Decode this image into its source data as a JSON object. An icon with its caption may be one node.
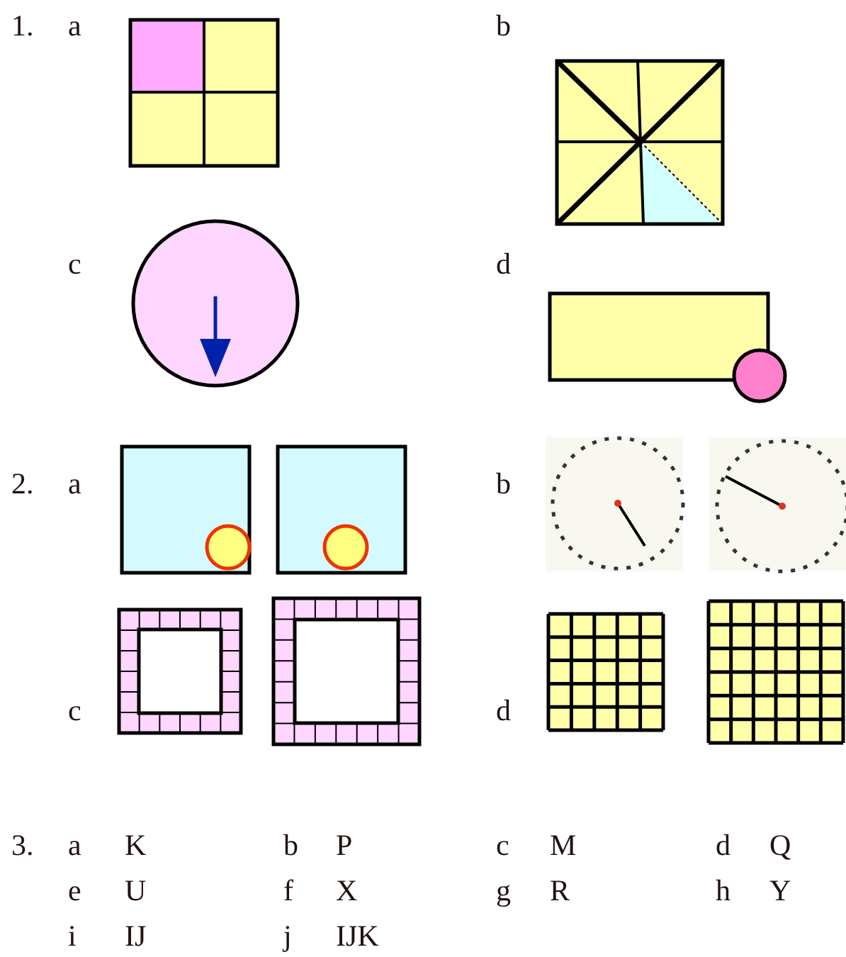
{
  "diagram": {
    "labels": [
      "1.",
      "a",
      "b",
      "c",
      "d",
      "2.",
      "a",
      "b",
      "c",
      "d",
      "3.",
      "a",
      "K",
      "b",
      "P",
      "c",
      "M",
      "d",
      "Q",
      "e",
      "U",
      "f",
      "X",
      "g",
      "R",
      "h",
      "Y",
      "i",
      "IJ",
      "j",
      "IJK"
    ]
  }
}
